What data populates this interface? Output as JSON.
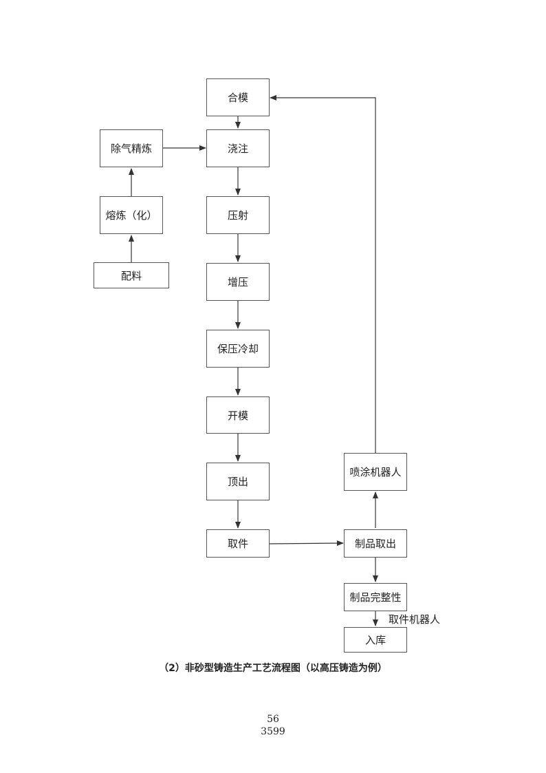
{
  "nodes": {
    "hemo": "合模",
    "jiaozhu": "浇注",
    "yashe": "压射",
    "zengya": "增压",
    "baoya": "保压冷却",
    "kaimo": "开模",
    "dingchu": "顶出",
    "qujian": "取件",
    "chuqi": "除气精炼",
    "ronglian": "熔炼（化）",
    "peiliao": "配料",
    "pentu": "喷涂机器人",
    "zhipin_quchu": "制品取出",
    "zhipin_wanzheng": "制品完整性",
    "ruku": "入库"
  },
  "edge_label_robot": "取件机器人",
  "caption": "（2）非砂型铸造生产工艺流程图（以高压铸造为例）",
  "page_number": "56",
  "page_code": "3599"
}
